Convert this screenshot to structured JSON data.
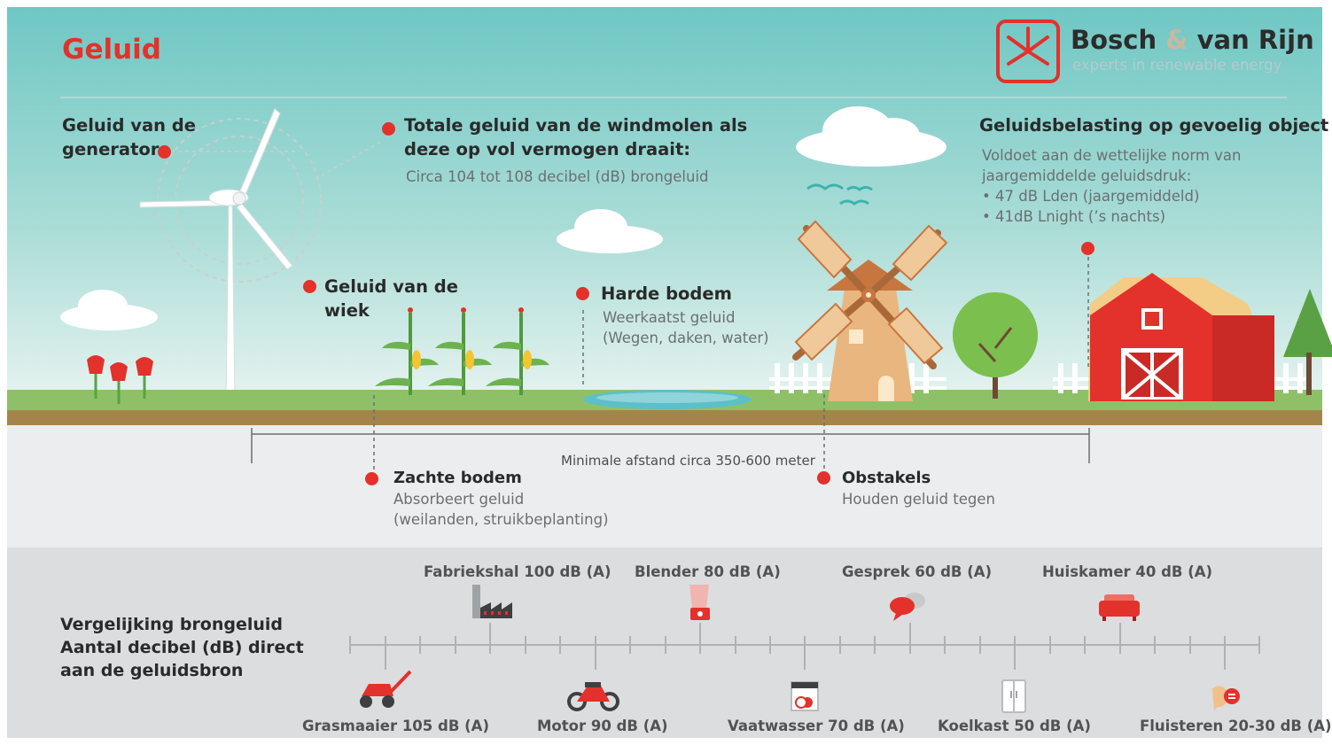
{
  "title": "Geluid",
  "logo": {
    "name_part1": "Bosch",
    "amp": "&",
    "name_part2": "van Rijn",
    "tagline": "experts in renewable energy"
  },
  "callouts": {
    "generator": {
      "line1": "Geluid van de",
      "line2": "generator"
    },
    "total": {
      "line1": "Totale geluid van de windmolen als",
      "line2": "deze op vol vermogen draait:",
      "sub": "Circa 104 tot 108 decibel (dB) brongeluid"
    },
    "sensitive": {
      "title": "Geluidsbelasting op gevoelig object",
      "line1": "Voldoet aan de wettelijke norm van",
      "line2": "jaargemiddelde geluidsdruk:",
      "line3": "• 47 dB Lden (jaargemiddeld)",
      "line4": "• 41dB Lnight (’s nachts)"
    },
    "blade": {
      "line1": "Geluid van de",
      "line2": "wiek"
    },
    "hard": {
      "title": "Harde bodem",
      "line1": "Weerkaatst geluid",
      "line2": "(Wegen, daken, water)"
    },
    "distance": "Minimale afstand circa 350-600 meter",
    "soft": {
      "title": "Zachte bodem",
      "line1": "Absorbeert geluid",
      "line2": "(weilanden, struikbeplanting)"
    },
    "obstacles": {
      "title": "Obstakels",
      "line1": "Houden geluid tegen"
    }
  },
  "comparison": {
    "heading": {
      "line1": "Vergelijking brongeluid",
      "line2": "Aantal decibel (dB) direct",
      "line3": "aan de geluidsbron"
    },
    "top": [
      {
        "label": "Fabriekshal 100 dB (A)",
        "icon": "factory-icon"
      },
      {
        "label": "Blender 80 dB (A)",
        "icon": "blender-icon"
      },
      {
        "label": "Gesprek 60 dB (A)",
        "icon": "speech-bubble-icon"
      },
      {
        "label": "Huiskamer 40 dB (A)",
        "icon": "sofa-icon"
      }
    ],
    "bottom": [
      {
        "label": "Grasmaaier 105 dB (A)",
        "icon": "lawnmower-icon"
      },
      {
        "label": "Motor 90 dB (A)",
        "icon": "motorcycle-icon"
      },
      {
        "label": "Vaatwasser 70 dB (A)",
        "icon": "dishwasher-icon"
      },
      {
        "label": "Koelkast 50 dB (A)",
        "icon": "fridge-icon"
      },
      {
        "label": "Fluisteren 20-30 dB (A)",
        "icon": "whisper-icon"
      }
    ]
  },
  "colors": {
    "accent_red": "#e3312b",
    "sky_top": "#6fc7c4",
    "sky_bottom": "#e6f3f0",
    "grass": "#8ec167",
    "soil": "#a5844a",
    "timeline_band": "#dcdddf"
  }
}
